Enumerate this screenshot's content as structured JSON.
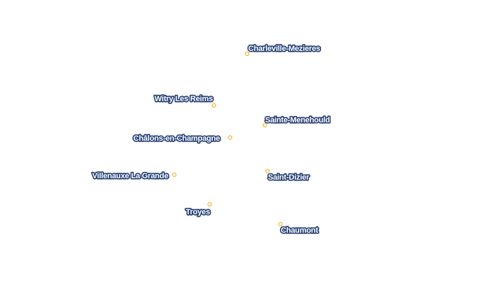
{
  "map": {
    "style": {
      "background": "#ffffff",
      "marker_stroke": "#f0b63c",
      "marker_fill": "#ffffff",
      "label_fill": "#ffffff",
      "label_halo": "#233e74"
    },
    "cities": [
      {
        "id": "charleville-mezieres",
        "name": "Charleville-Mezieres"
      },
      {
        "id": "witry-les-reims",
        "name": "Witry Les Reims"
      },
      {
        "id": "sainte-menehould",
        "name": "Sainte-Menehould"
      },
      {
        "id": "chalons-en-champagne",
        "name": "Châlons-en-Champagne"
      },
      {
        "id": "villenauxe-la-grande",
        "name": "Villenauxe La Grande"
      },
      {
        "id": "saint-dizier",
        "name": "Saint-Dizier"
      },
      {
        "id": "troyes",
        "name": "Troyes"
      },
      {
        "id": "chaumont",
        "name": "Chaumont"
      }
    ]
  }
}
